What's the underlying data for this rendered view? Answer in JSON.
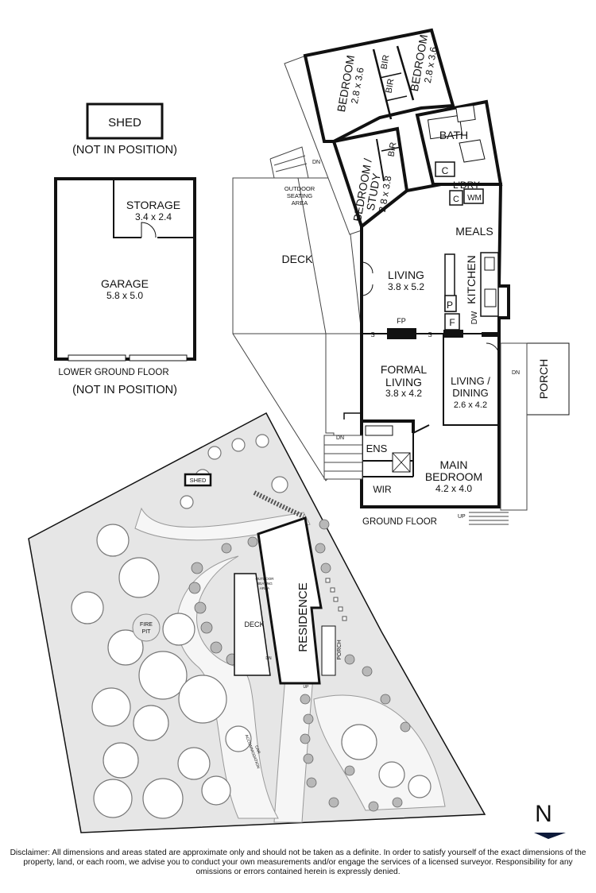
{
  "shed_box": {
    "title": "SHED",
    "note": "(NOT IN POSITION)"
  },
  "garage_plan": {
    "storage": {
      "name": "STORAGE",
      "dims": "3.4 x 2.4"
    },
    "garage": {
      "name": "GARAGE",
      "dims": "5.8 x 5.0"
    },
    "level": "LOWER GROUND FLOOR",
    "note": "(NOT IN POSITION)"
  },
  "ground_plan": {
    "rooms": {
      "bedroom_1": {
        "name": "BEDROOM",
        "dims": "2.8 x 3.6"
      },
      "bedroom_2": {
        "name": "BEDROOM",
        "dims": "2.8 x 3.6"
      },
      "bedroom_study": {
        "name": "BEDROOM /",
        "name2": "STUDY",
        "dims": "2.8 x 3.8"
      },
      "bath": {
        "name": "BATH"
      },
      "laundry": {
        "name": "L'DRY"
      },
      "meals": {
        "name": "MEALS"
      },
      "kitchen": {
        "name": "KITCHEN"
      },
      "living": {
        "name": "LIVING",
        "dims": "3.8 x 5.2"
      },
      "deck": {
        "name": "DECK"
      },
      "outdoor": {
        "line1": "OUTDOOR",
        "line2": "SEATING",
        "line3": "AREA"
      },
      "formal_living": {
        "name": "FORMAL",
        "name2": "LIVING",
        "dims": "3.8 x 4.2"
      },
      "living_dining": {
        "name": "LIVING /",
        "name2": "DINING",
        "dims": "2.6 x 4.2"
      },
      "porch": {
        "name": "PORCH"
      },
      "ensuite": {
        "name": "ENS"
      },
      "wir": {
        "name": "WIR"
      },
      "main_bedroom": {
        "name": "MAIN",
        "name2": "BEDROOM",
        "dims": "4.2 x 4.0"
      }
    },
    "marks": {
      "bir": "BIR",
      "c": "C",
      "wm": "WM",
      "p": "P",
      "f": "F",
      "dw": "DW",
      "fp": "FP",
      "s": "S",
      "dn": "DN",
      "up": "UP"
    },
    "level": "GROUND FLOOR"
  },
  "site_plan": {
    "residence": "RESIDENCE",
    "shed": "SHED",
    "deck": "DECK",
    "porch": "PORCH",
    "fire_pit": {
      "line1": "FIRE",
      "line2": "PIT"
    },
    "outdoor": {
      "line1": "OUTDOOR",
      "line2": "SEATING",
      "line3": "AREA"
    },
    "car": {
      "line1": "CAR",
      "line2": "ACCOMMODATION"
    },
    "dn": "DN",
    "up": "UP"
  },
  "compass": {
    "label": "N"
  },
  "disclaimer": "Disclaimer: All dimensions and areas stated are approximate only and should not be taken as a definite. In order to satisfy yourself of the exact dimensions of the property, land, or each room, we advise you to conduct your own measurements and/or engage the services of a licensed surveyor. Responsibility for any omissions or errors contained herein is expressly denied.",
  "colors": {
    "wall": "#111111",
    "paper": "#ffffff",
    "lot": "#e6e6e6",
    "tree": "#b8b8b8"
  }
}
